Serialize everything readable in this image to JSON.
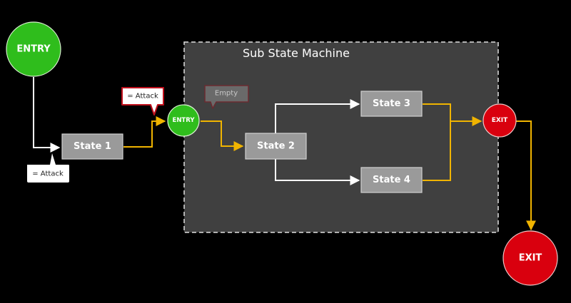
{
  "colors": {
    "background": "#000000",
    "submachine_fill": "#404040",
    "state_fill": "#9a9a9a",
    "entry_green": "#2fbd1c",
    "exit_red": "#d9000e",
    "active_transition": "#f0b400",
    "inactive_transition": "#ffffff",
    "condition_border_red": "#c0101c"
  },
  "diagram": {
    "submachine_title": "Sub State Machine",
    "nodes": {
      "outer_entry": "ENTRY",
      "inner_entry": "ENTRY",
      "inner_exit": "EXIT",
      "outer_exit": "EXIT",
      "state1": "State 1",
      "state2": "State 2",
      "state3": "State 3",
      "state4": "State 4"
    },
    "conditions": {
      "entry_to_state1": "= Attack",
      "state1_to_sub_entry": "= Attack",
      "sub_entry_to_state2": "Empty"
    },
    "transitions": [
      {
        "from": "ENTRY",
        "to": "State 1",
        "active": false
      },
      {
        "from": "State 1",
        "to": "Sub ENTRY",
        "active": true
      },
      {
        "from": "Sub ENTRY",
        "to": "State 2",
        "active": true
      },
      {
        "from": "State 2",
        "to": "State 3",
        "active": false
      },
      {
        "from": "State 2",
        "to": "State 4",
        "active": false
      },
      {
        "from": "State 3",
        "to": "Sub EXIT",
        "active": true
      },
      {
        "from": "State 4",
        "to": "Sub EXIT",
        "active": true
      },
      {
        "from": "Sub EXIT",
        "to": "EXIT",
        "active": true
      }
    ]
  }
}
